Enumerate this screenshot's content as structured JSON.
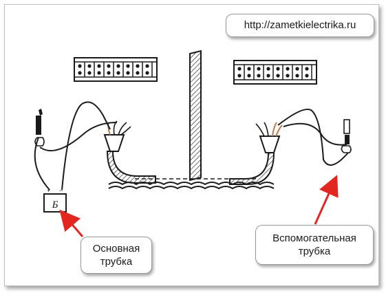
{
  "watermark": {
    "url": "http://zametkielectrika.ru"
  },
  "diagram": {
    "battery_letter": "Б",
    "battery_plus": "+",
    "battery_minus": "−"
  },
  "labels": {
    "main_tube": {
      "line1": "Основная",
      "line2": "трубка"
    },
    "aux_tube": {
      "line1": "Вспомогательная",
      "line2": "трубка"
    }
  },
  "colors": {
    "arrow": "#e3261f",
    "ink": "#1a1a1a",
    "hatch": "#555555"
  }
}
